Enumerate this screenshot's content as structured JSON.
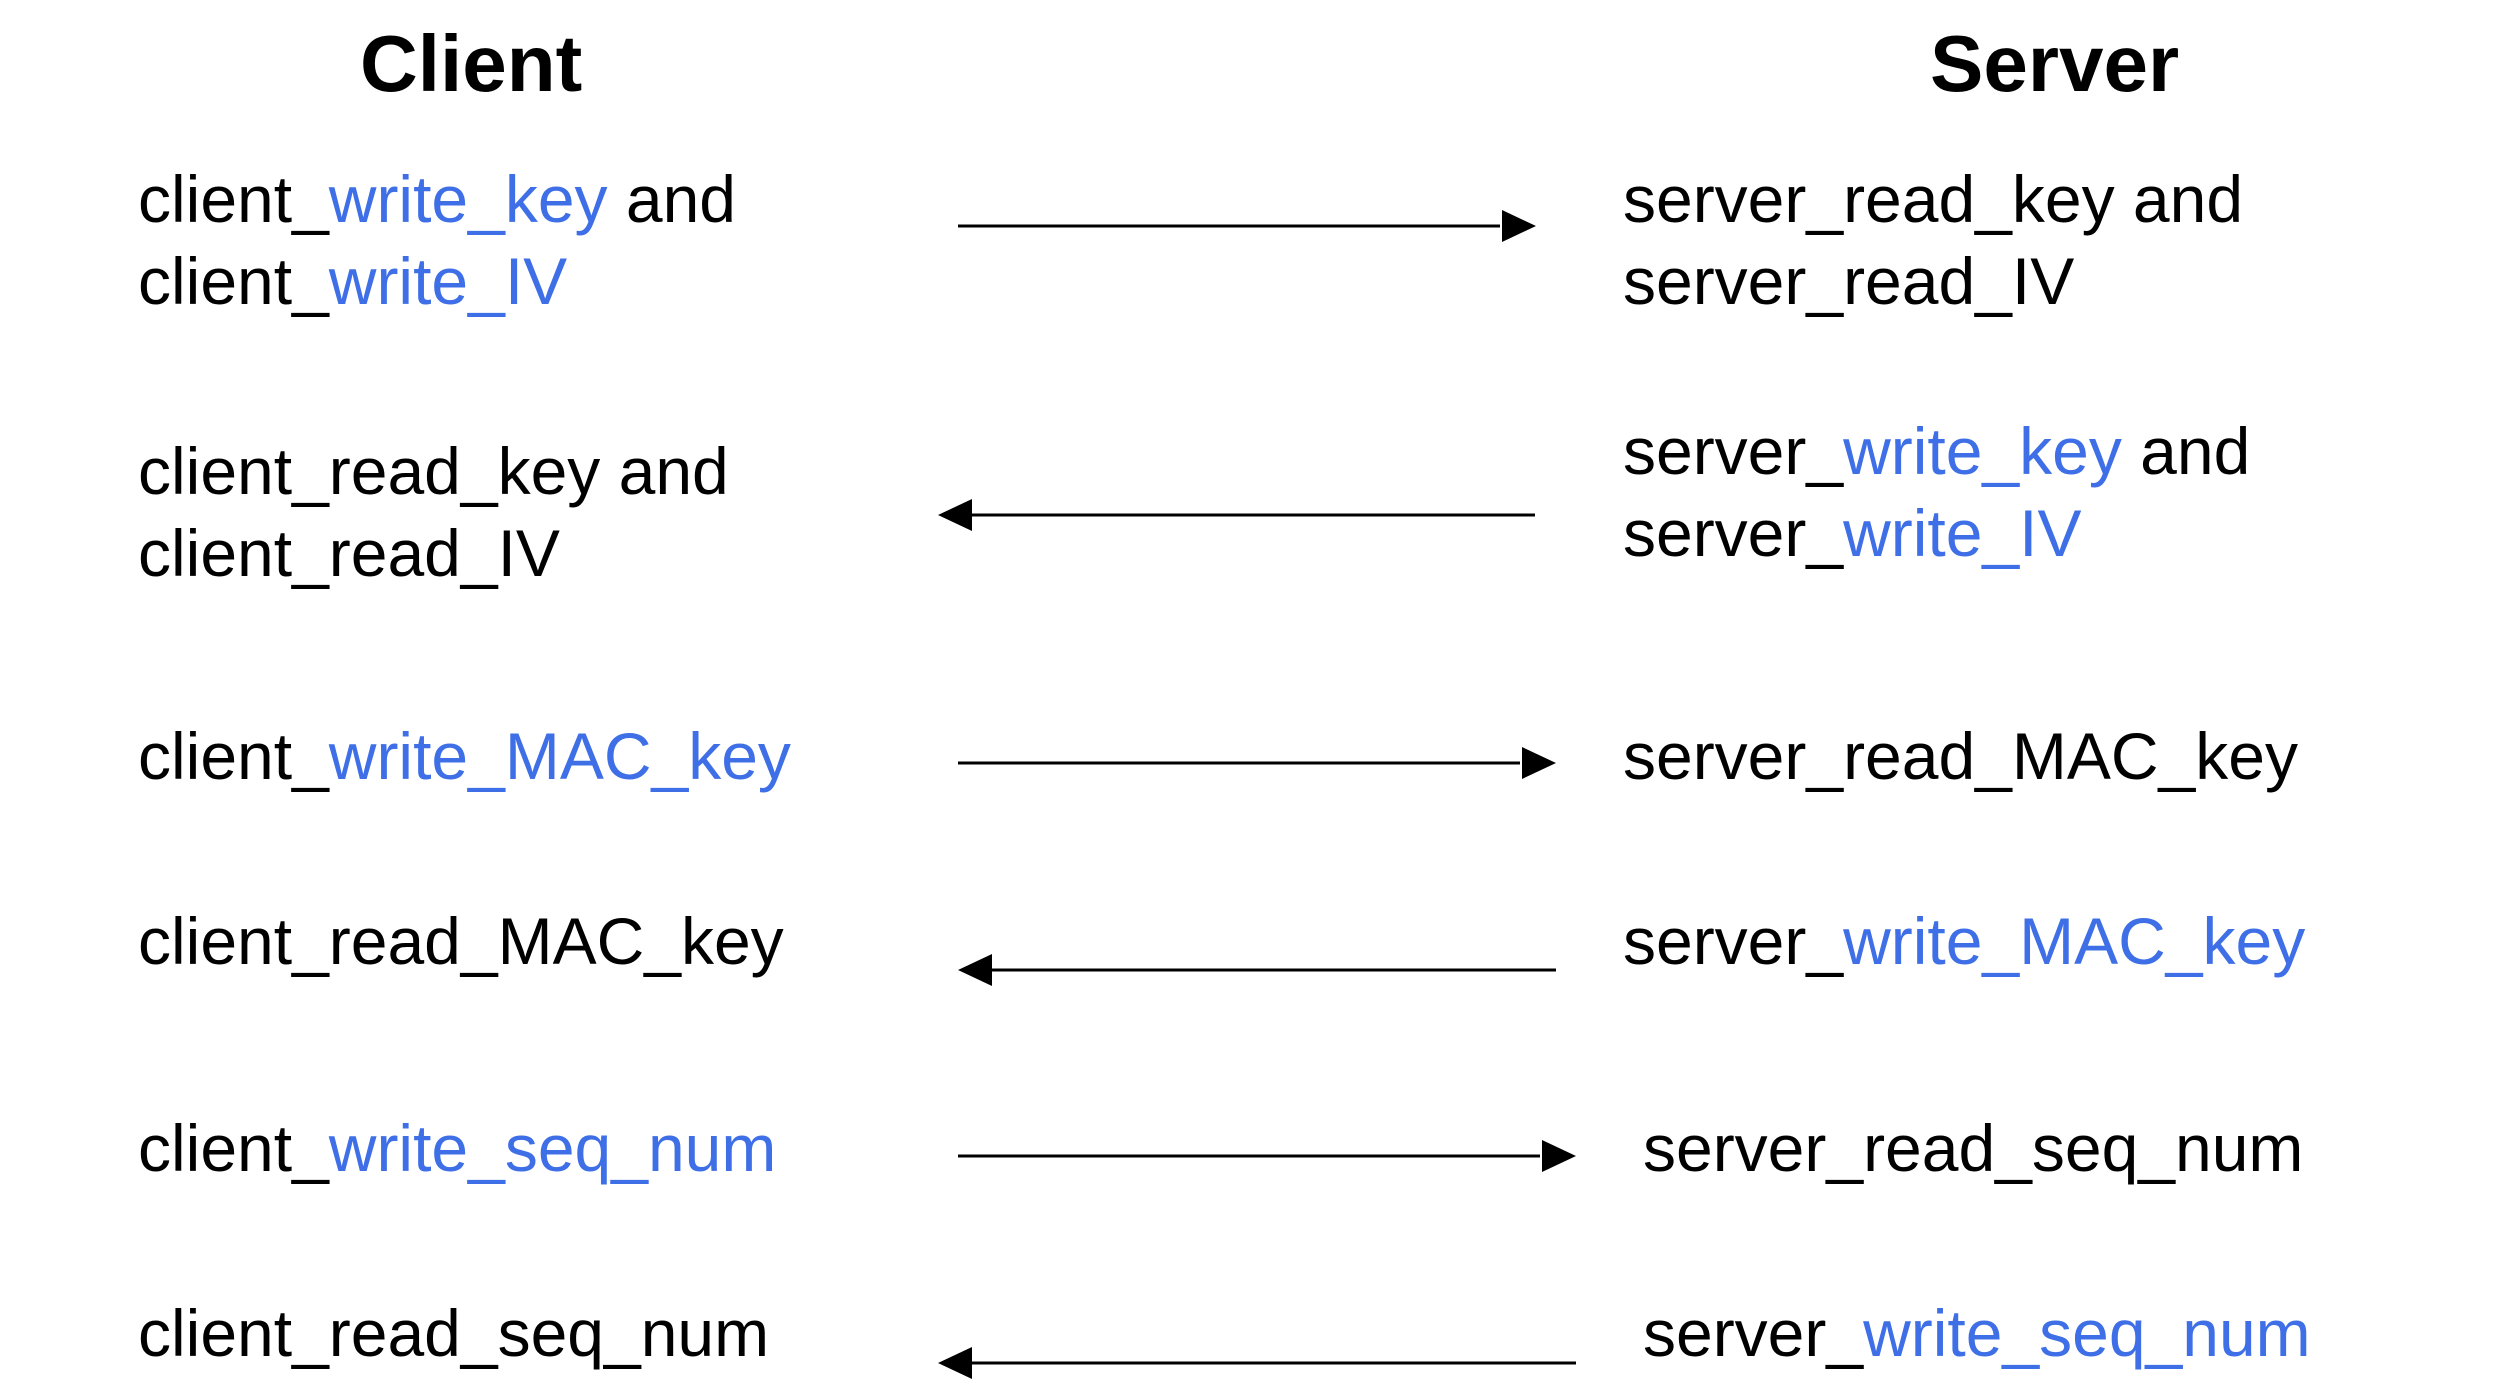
{
  "headings": {
    "client": "Client",
    "server": "Server"
  },
  "colors": {
    "text": "#000000",
    "highlight": "#3f6fe6",
    "arrow": "#000000"
  },
  "rows": [
    {
      "direction": "right",
      "client": {
        "line1": {
          "pre": "client_",
          "hl": "write_key",
          "post": " and"
        },
        "line2": {
          "pre": "client_",
          "hl": "write_IV",
          "post": ""
        }
      },
      "server": {
        "line1": {
          "pre": "server_read_key and",
          "hl": "",
          "post": ""
        },
        "line2": {
          "pre": "server_read_IV",
          "hl": "",
          "post": ""
        }
      }
    },
    {
      "direction": "left",
      "client": {
        "line1": {
          "pre": "client_read_key and",
          "hl": "",
          "post": ""
        },
        "line2": {
          "pre": "client_read_IV",
          "hl": "",
          "post": ""
        }
      },
      "server": {
        "line1": {
          "pre": "server_",
          "hl": "write_key",
          "post": " and"
        },
        "line2": {
          "pre": "server_",
          "hl": "write_IV",
          "post": ""
        }
      }
    },
    {
      "direction": "right",
      "client": {
        "line1": {
          "pre": "client_",
          "hl": "write_MAC_key",
          "post": ""
        }
      },
      "server": {
        "line1": {
          "pre": "server_read_MAC_key",
          "hl": "",
          "post": ""
        }
      }
    },
    {
      "direction": "left",
      "client": {
        "line1": {
          "pre": "client_read_MAC_key",
          "hl": "",
          "post": ""
        }
      },
      "server": {
        "line1": {
          "pre": "server_",
          "hl": "write_MAC_key",
          "post": ""
        }
      }
    },
    {
      "direction": "right",
      "client": {
        "line1": {
          "pre": "client_",
          "hl": "write_seq_num",
          "post": ""
        }
      },
      "server": {
        "line1": {
          "pre": "server_read_seq_num",
          "hl": "",
          "post": ""
        }
      }
    },
    {
      "direction": "left",
      "client": {
        "line1": {
          "pre": "client_read_seq_num",
          "hl": "",
          "post": ""
        }
      },
      "server": {
        "line1": {
          "pre": "server_",
          "hl": "write_seq_num",
          "post": ""
        }
      }
    }
  ]
}
